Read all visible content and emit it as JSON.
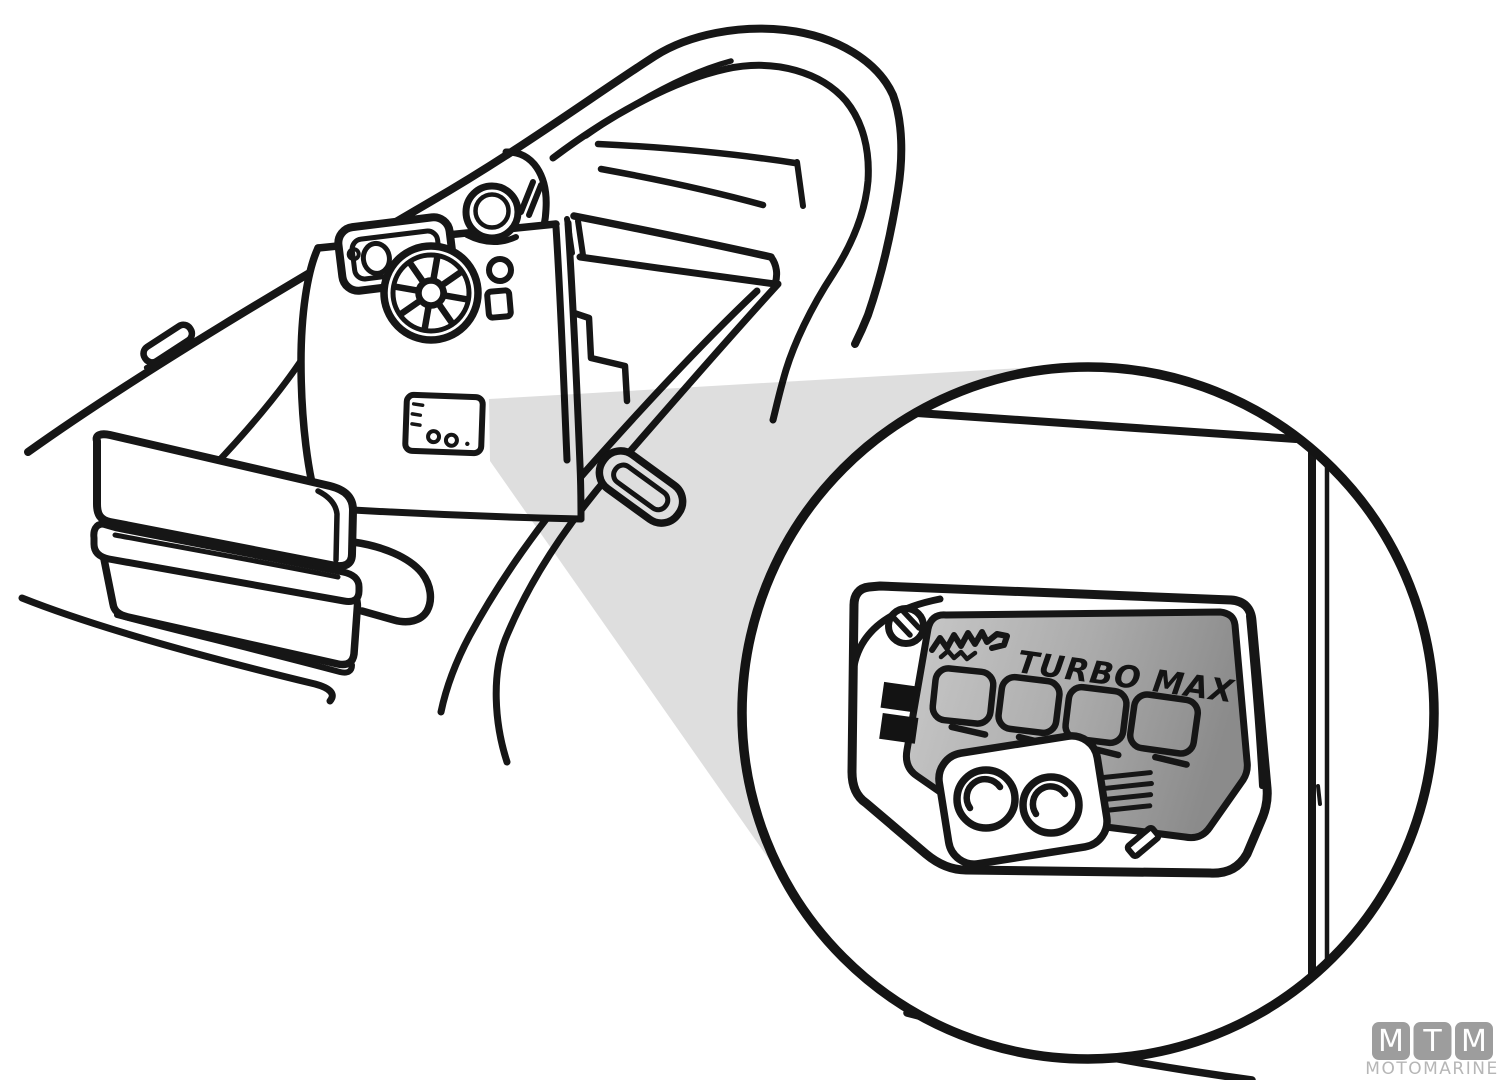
{
  "figure": {
    "panel_label": "TURBO MAX",
    "display_cells": 4,
    "knobs": 2
  },
  "brand": {
    "letters": [
      "M",
      "T",
      "M"
    ],
    "name": "MOTOMARINE"
  },
  "colors": {
    "line": "#161616",
    "paper": "#ffffff",
    "cone": "rgba(0,0,0,0.13)",
    "screen_light": "#c9c9c9",
    "screen_mid": "#ababab",
    "screen_dark": "#8b8b8b",
    "logo_box": "#9d9d9d",
    "logo_letter": "#ffffff",
    "logo_name": "#b6b6b6"
  }
}
